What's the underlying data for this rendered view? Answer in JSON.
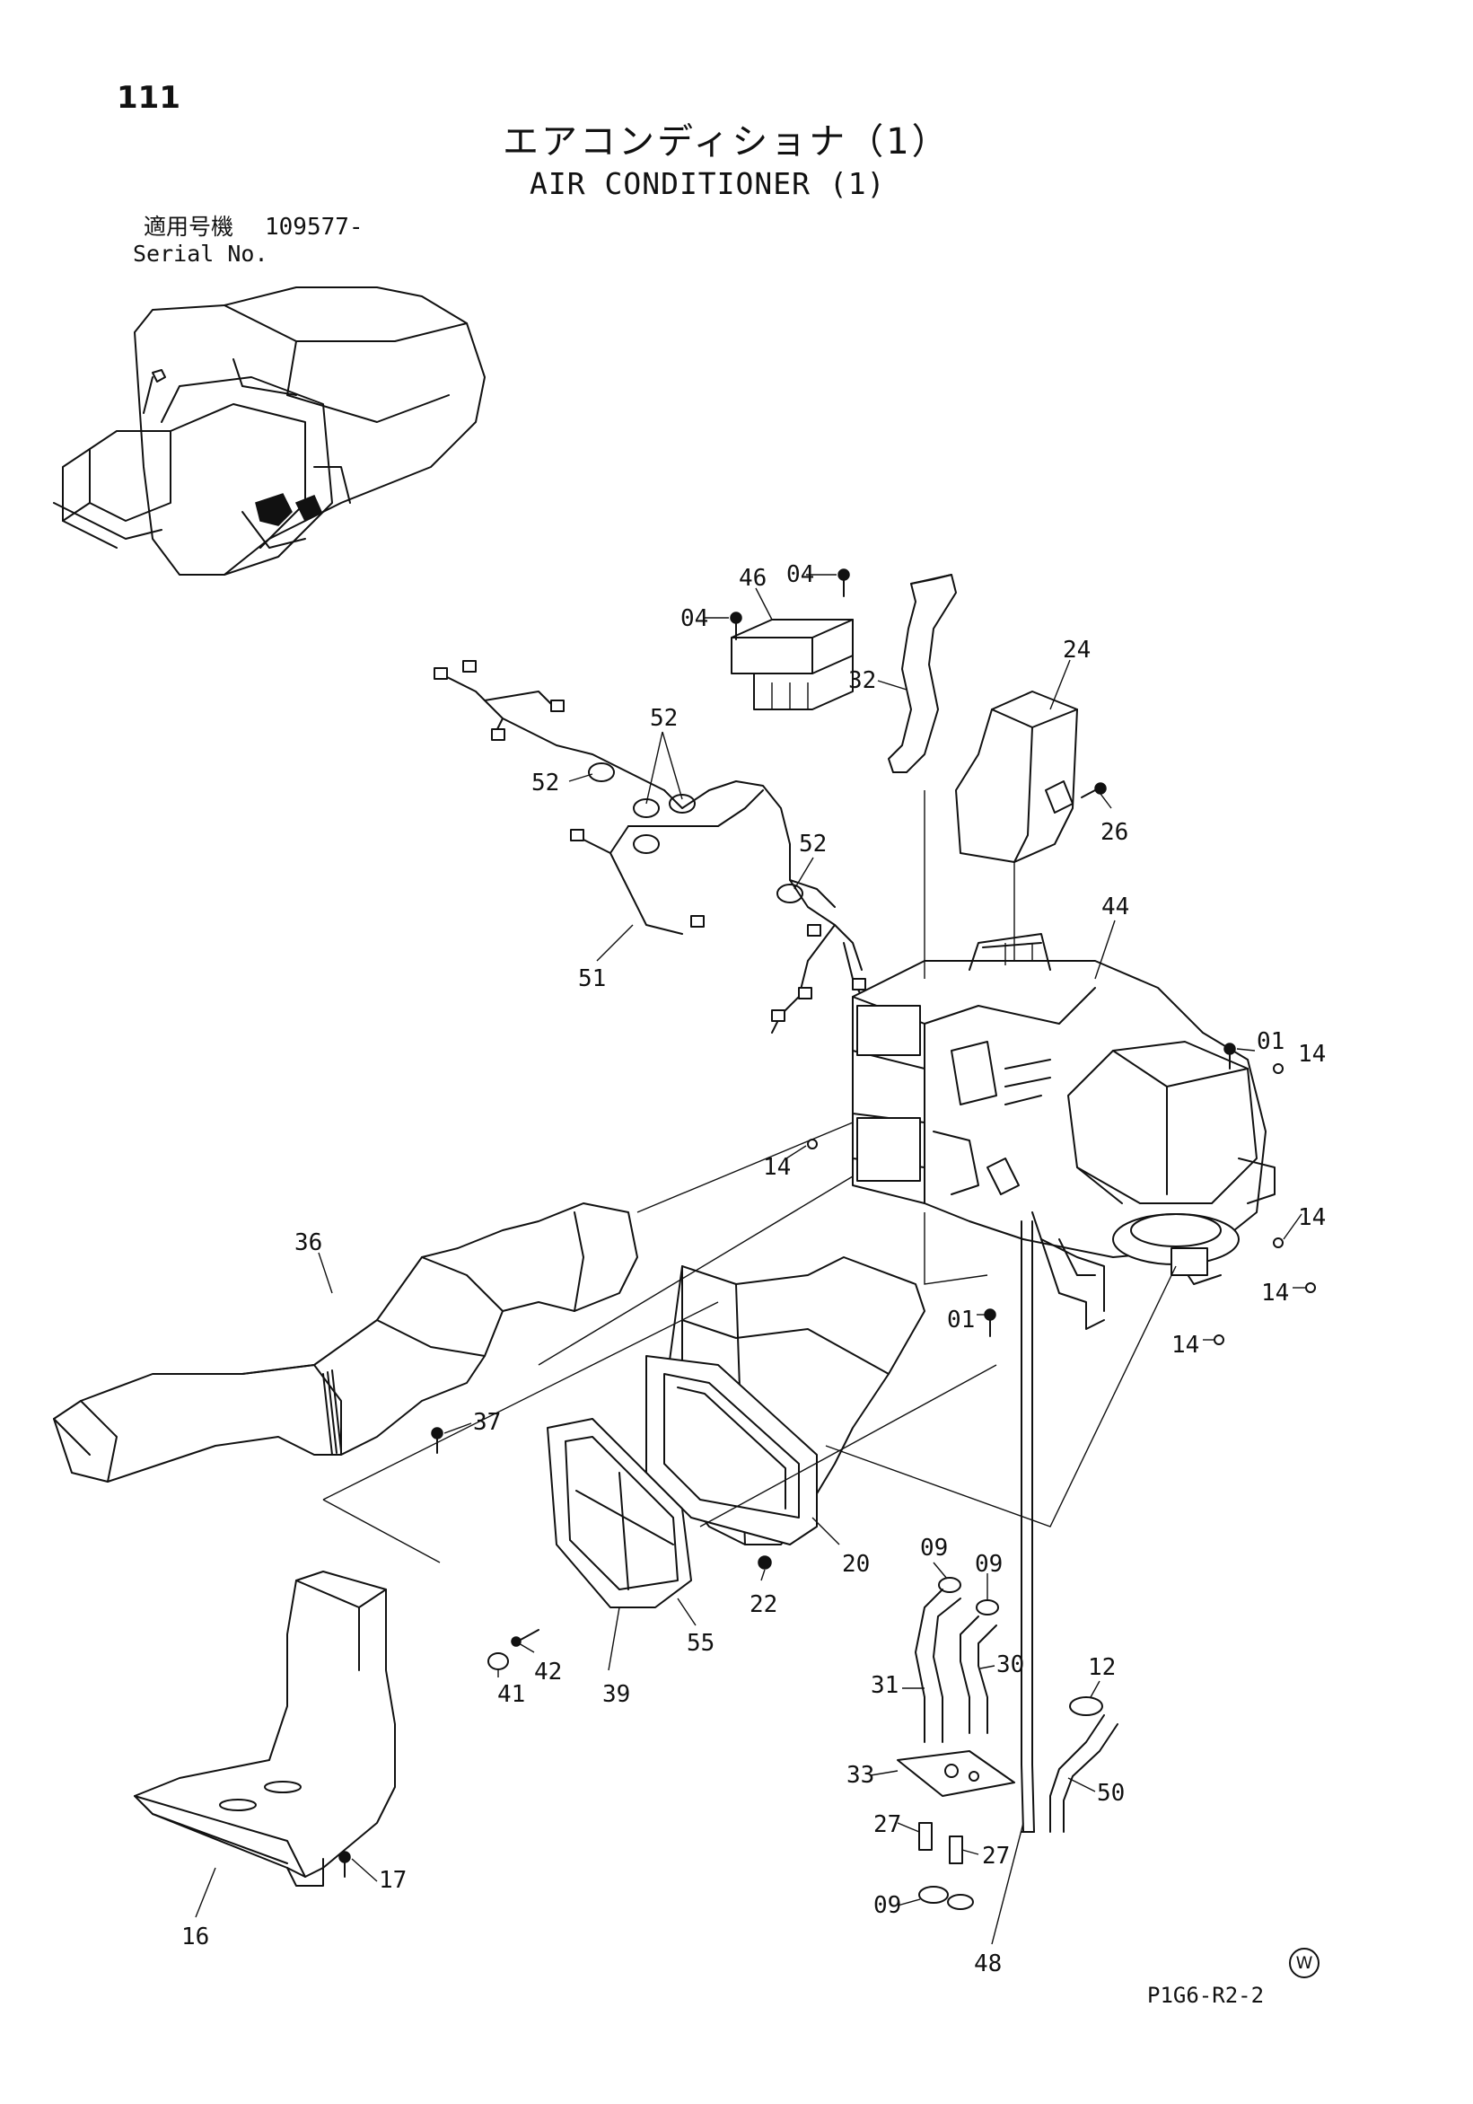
{
  "header": {
    "page_number": "111",
    "title_jp": "エアコンディショナ（1）",
    "title_en": "AIR CONDITIONER (1)",
    "serial_label_jp": "適用号機",
    "serial_value": "109577-",
    "serial_label_en": "Serial No."
  },
  "callouts": [
    {
      "id": "c-46",
      "label": "46"
    },
    {
      "id": "c-04a",
      "label": "04"
    },
    {
      "id": "c-04b",
      "label": "04"
    },
    {
      "id": "c-32",
      "label": "32"
    },
    {
      "id": "c-24",
      "label": "24"
    },
    {
      "id": "c-26",
      "label": "26"
    },
    {
      "id": "c-52a",
      "label": "52"
    },
    {
      "id": "c-52b",
      "label": "52"
    },
    {
      "id": "c-52c",
      "label": "52"
    },
    {
      "id": "c-51",
      "label": "51"
    },
    {
      "id": "c-44",
      "label": "44"
    },
    {
      "id": "c-01a",
      "label": "01"
    },
    {
      "id": "c-14a",
      "label": "14"
    },
    {
      "id": "c-14b",
      "label": "14"
    },
    {
      "id": "c-14c",
      "label": "14"
    },
    {
      "id": "c-14d",
      "label": "14"
    },
    {
      "id": "c-14e",
      "label": "14"
    },
    {
      "id": "c-01b",
      "label": "01"
    },
    {
      "id": "c-36",
      "label": "36"
    },
    {
      "id": "c-37",
      "label": "37"
    },
    {
      "id": "c-20",
      "label": "20"
    },
    {
      "id": "c-22",
      "label": "22"
    },
    {
      "id": "c-55",
      "label": "55"
    },
    {
      "id": "c-39",
      "label": "39"
    },
    {
      "id": "c-42",
      "label": "42"
    },
    {
      "id": "c-41",
      "label": "41"
    },
    {
      "id": "c-09a",
      "label": "09"
    },
    {
      "id": "c-09b",
      "label": "09"
    },
    {
      "id": "c-30",
      "label": "30"
    },
    {
      "id": "c-31",
      "label": "31"
    },
    {
      "id": "c-12",
      "label": "12"
    },
    {
      "id": "c-50",
      "label": "50"
    },
    {
      "id": "c-33",
      "label": "33"
    },
    {
      "id": "c-27a",
      "label": "27"
    },
    {
      "id": "c-27b",
      "label": "27"
    },
    {
      "id": "c-09c",
      "label": "09"
    },
    {
      "id": "c-48",
      "label": "48"
    },
    {
      "id": "c-16",
      "label": "16"
    },
    {
      "id": "c-17",
      "label": "17"
    }
  ],
  "footer": {
    "drawing_code": "P1G6-R2-2",
    "mark": "W"
  }
}
